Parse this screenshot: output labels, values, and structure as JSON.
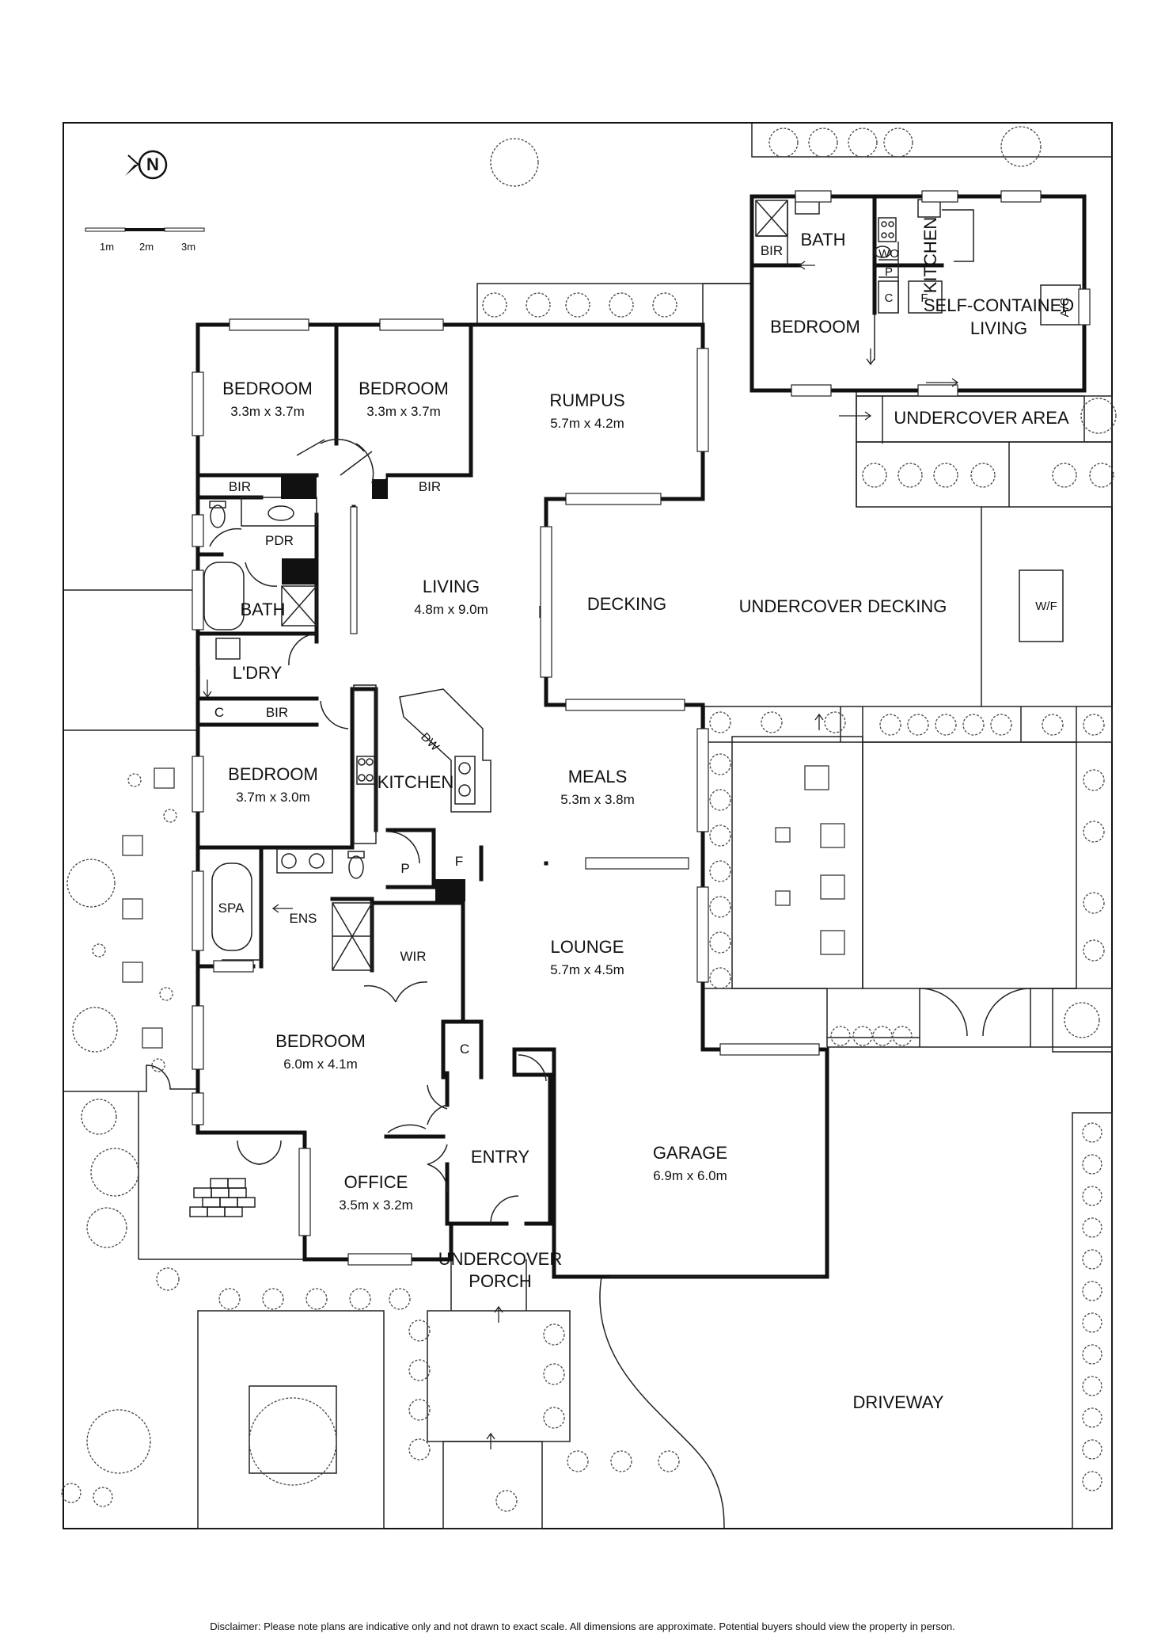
{
  "compass": {
    "letter": "N"
  },
  "scale": {
    "labels": [
      "1m",
      "2m",
      "3m"
    ]
  },
  "rooms": {
    "bedroom1": {
      "name": "BEDROOM",
      "dims": "3.3m x 3.7m"
    },
    "bedroom2": {
      "name": "BEDROOM",
      "dims": "3.3m x 3.7m"
    },
    "rumpus": {
      "name": "RUMPUS",
      "dims": "5.7m x 4.2m"
    },
    "living": {
      "name": "LIVING",
      "dims": "4.8m x 9.0m"
    },
    "decking": {
      "name": "DECKING"
    },
    "undercover_decking": {
      "name": "UNDERCOVER DECKING"
    },
    "wf": {
      "name": "W/F"
    },
    "bedroom3": {
      "name": "BEDROOM",
      "dims": "3.7m x 3.0m"
    },
    "kitchen": {
      "name": "KITCHEN"
    },
    "meals": {
      "name": "MEALS",
      "dims": "5.3m x 3.8m"
    },
    "lounge": {
      "name": "LOUNGE",
      "dims": "5.7m x 4.5m"
    },
    "master_bedroom": {
      "name": "BEDROOM",
      "dims": "6.0m x 4.1m"
    },
    "office": {
      "name": "OFFICE",
      "dims": "3.5m x 3.2m"
    },
    "entry": {
      "name": "ENTRY"
    },
    "garage": {
      "name": "GARAGE",
      "dims": "6.9m x 6.0m"
    },
    "porch": {
      "line1": "UNDERCOVER",
      "line2": "PORCH"
    },
    "driveway": {
      "name": "DRIVEWAY"
    },
    "bath": {
      "name": "BATH"
    },
    "pdr": {
      "name": "PDR"
    },
    "ldry": {
      "name": "L'DRY"
    },
    "spa": {
      "name": "SPA"
    },
    "ens": {
      "name": "ENS"
    },
    "wir": {
      "name": "WIR"
    },
    "bir1": {
      "name": "BIR"
    },
    "bir2": {
      "name": "BIR"
    },
    "bir3": {
      "name": "BIR"
    },
    "c1": {
      "name": "C"
    },
    "c2": {
      "name": "C"
    },
    "p": {
      "name": "P"
    },
    "f": {
      "name": "F"
    },
    "dw": {
      "name": "DW"
    }
  },
  "granny_flat": {
    "bath": "BATH",
    "bir": "BIR",
    "wo": "WO",
    "kitchen": "KITCHEN",
    "p": "P",
    "c": "C",
    "f": "F",
    "bedroom": "BEDROOM",
    "living_line1": "SELF-CONTAINED",
    "living_line2": "LIVING",
    "ac": "A/C",
    "undercover_area": "UNDERCOVER AREA"
  },
  "disclaimer": "Disclaimer: Please note plans are indicative only and not drawn to exact scale. All dimensions are approximate. Potential buyers should view the property in person."
}
